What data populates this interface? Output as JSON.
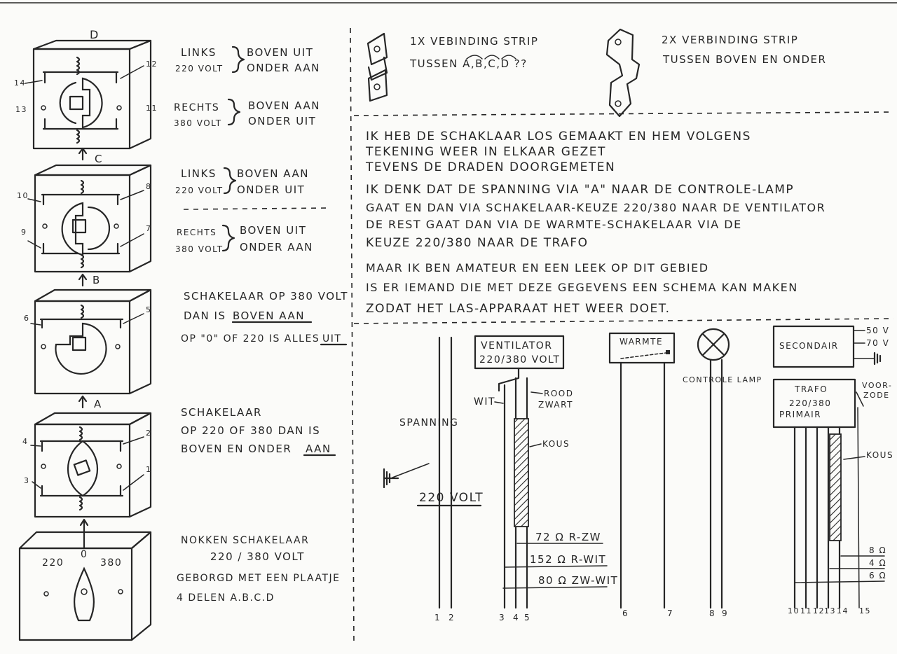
{
  "switch": {
    "label_d": "D",
    "label_c": "C",
    "label_b": "B",
    "label_a": "A",
    "terminals": [
      "1",
      "2",
      "3",
      "4",
      "5",
      "6",
      "7",
      "8",
      "9",
      "10",
      "11",
      "12",
      "13",
      "14"
    ],
    "dial_left": "220",
    "dial_mid": "0",
    "dial_right": "380"
  },
  "notes_d": {
    "l1a": "LINKS",
    "l1b": "220 VOLT",
    "l1c": "BOVEN UIT",
    "l1d": "ONDER AAN",
    "l2a": "RECHTS",
    "l2b": "380 VOLT",
    "l2c": "BOVEN AAN",
    "l2d": "ONDER UIT"
  },
  "notes_c": {
    "l1a": "LINKS",
    "l1b": "220 VOLT",
    "l1c": "BOVEN AAN",
    "l1d": "ONDER UIT",
    "l2a": "RECHTS",
    "l2b": "380 VOLT",
    "l2c": "BOVEN UIT",
    "l2d": "ONDER AAN"
  },
  "notes_b": {
    "line1": "SCHAKELAAR OP 380 VOLT",
    "line2a": "DAN IS",
    "line2b": "BOVEN AAN",
    "line3a": "OP \"0\" OF 220 IS ALLES",
    "line3b": "UIT"
  },
  "notes_a": {
    "line1": "SCHAKELAAR",
    "line2": "OP 220 OF 380 DAN IS",
    "line3a": "BOVEN EN ONDER",
    "line3b": "AAN"
  },
  "notes_knob": {
    "line1": "NOKKEN SCHAKELAAR",
    "line2": "220 / 380 VOLT",
    "line3": "GEBORGD MET EEN PLAATJE",
    "line4": "4 DELEN     A.B.C.D"
  },
  "strip1": {
    "line1": "1X VEBINDING STRIP",
    "line2": "TUSSEN  A,B,C,D ??"
  },
  "strip2": {
    "line1": "2X VERBINDING STRIP",
    "line2": "TUSSEN BOVEN EN ONDER"
  },
  "message": [
    "IK HEB DE SCHAKLAAR LOS GEMAAKT EN HEM VOLGENS",
    "TEKENING WEER IN ELKAAR GEZET",
    "TEVENS DE DRADEN DOORGEMETEN",
    "IK DENK DAT DE SPANNING VIA \"A\" NAAR DE CONTROLE-LAMP",
    "GAAT EN DAN VIA SCHAKELAAR-KEUZE 220/380 NAAR DE VENTILATOR",
    "DE REST GAAT DAN VIA DE WARMTE-SCHAKELAAR VIA DE",
    "KEUZE 220/380 NAAR DE TRAFO",
    "MAAR IK BEN AMATEUR EN EEN LEEK OP DIT GEBIED",
    "IS ER IEMAND DIE MET DEZE GEGEVENS EEN SCHEMA KAN MAKEN",
    "ZODAT HET LAS-APPARAAT HET WEER DOET."
  ],
  "wiring": {
    "spanning": "SPANNING",
    "volt220": "220 VOLT",
    "ventilator1": "VENTILATOR",
    "ventilator2": "220/380 VOLT",
    "wit": "WIT",
    "rood": "ROOD",
    "zwart": "ZWART",
    "kous": "KOUS",
    "kous2": "KOUS",
    "r1": "72 Ω  R-ZW",
    "r2": "152 Ω  R-WIT",
    "r3": "80 Ω  ZW-WIT",
    "warmte": "WARMTE",
    "controle_lamp": "CONTROLE LAMP",
    "secondair": "SECONDAIR",
    "v50": "50 V",
    "v70": "70 V",
    "trafo1": "TRAFO",
    "trafo2": "220/380",
    "primair": "PRIMAIR",
    "voor1": "VOOR-",
    "voor2": "ZODE",
    "o8": "8 Ω",
    "o4": "4 Ω",
    "o6": "6 Ω",
    "w1": "1",
    "w2": "2",
    "w3": "3",
    "w4": "4",
    "w5": "5",
    "w6": "6",
    "w7": "7",
    "w8": "8",
    "w9": "9",
    "w10": "10",
    "w11": "11",
    "w12": "12",
    "w13": "13",
    "w14": "14",
    "w15": "15"
  }
}
